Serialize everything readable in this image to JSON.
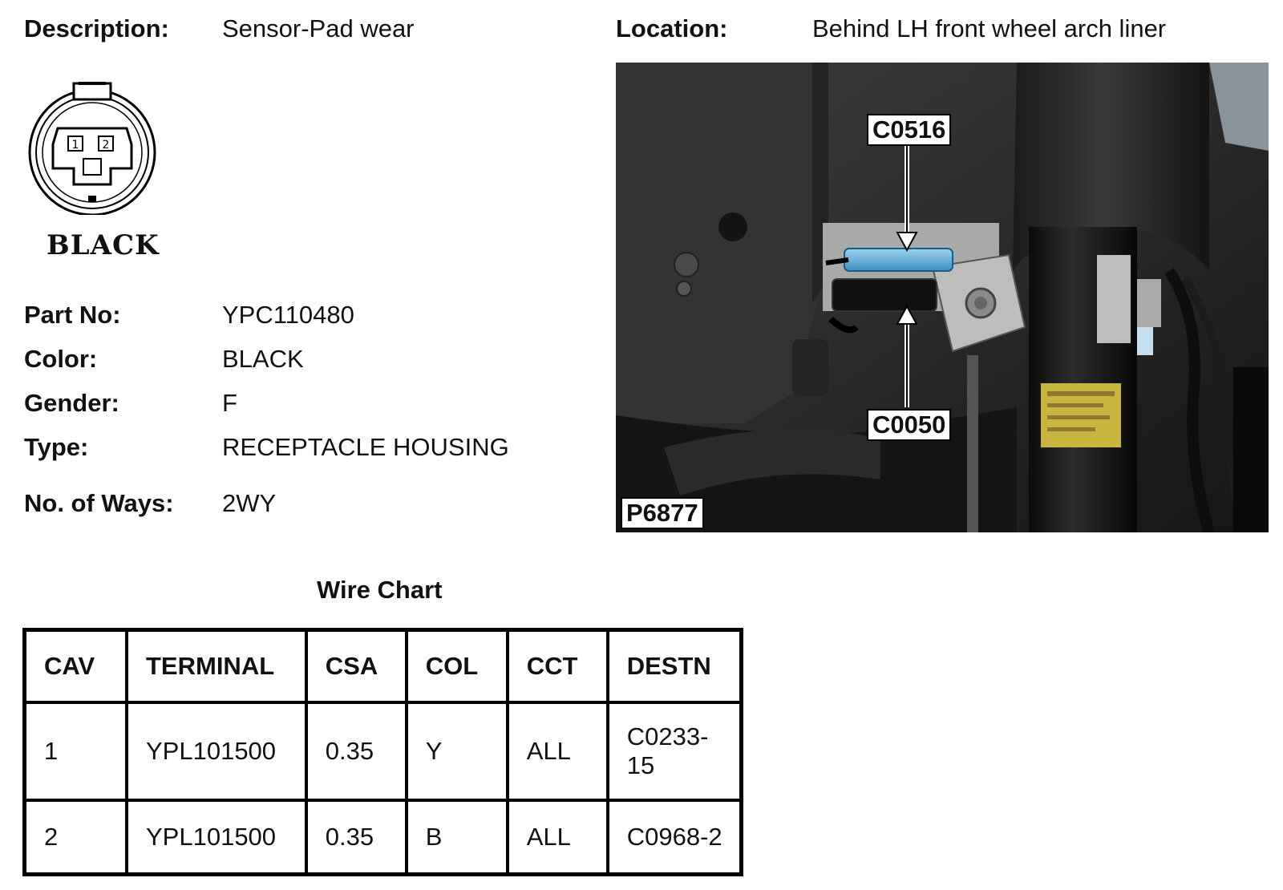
{
  "header": {
    "description_label": "Description:",
    "description_value": "Sensor-Pad wear",
    "location_label": "Location:",
    "location_value": "Behind LH front wheel arch liner"
  },
  "connector_image": {
    "color_caption": "BLACK",
    "pin_labels": [
      "1",
      "2"
    ]
  },
  "details": [
    {
      "label": "Part No:",
      "value": "YPC110480"
    },
    {
      "label": "Color:",
      "value": "BLACK"
    },
    {
      "label": "Gender:",
      "value": "F"
    },
    {
      "label": "Type:",
      "value": "RECEPTACLE HOUSING"
    },
    {
      "label": "No. of Ways:",
      "value": "2WY"
    }
  ],
  "photo": {
    "callout_top": "C0516",
    "callout_bottom": "C0050",
    "photo_ref": "P6877"
  },
  "wire_chart": {
    "title": "Wire Chart",
    "columns": [
      "CAV",
      "TERMINAL",
      "CSA",
      "COL",
      "CCT",
      "DESTN"
    ],
    "rows": [
      [
        "1",
        "YPL101500",
        "0.35",
        "Y",
        "ALL",
        "C0233-15"
      ],
      [
        "2",
        "YPL101500",
        "0.35",
        "B",
        "ALL",
        "C0968-2"
      ]
    ]
  }
}
